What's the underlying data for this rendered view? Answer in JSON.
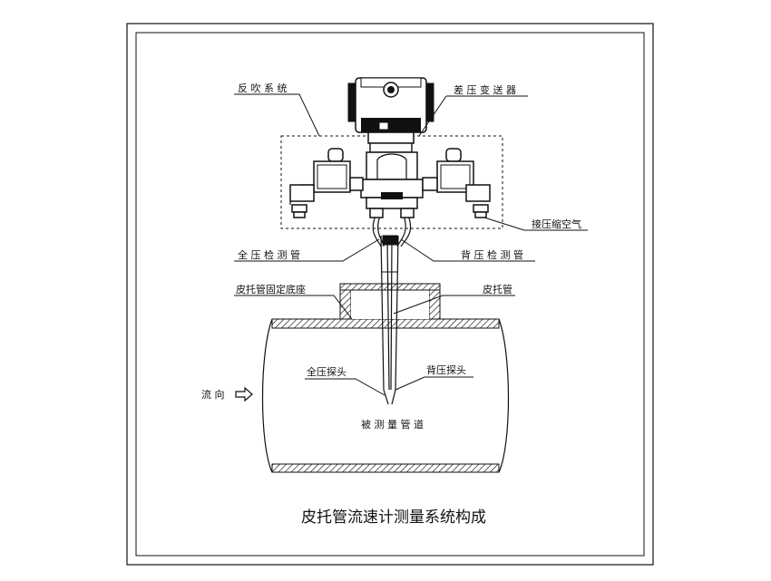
{
  "diagram": {
    "title": "皮托管流速计测量系统构成",
    "labels": {
      "reverse_blow": "反 吹 系 统",
      "dp_transmitter": "差 压 变 送 器",
      "compressed_air": "接压缩空气",
      "total_pressure_tube": "全 压 检 测 管",
      "back_pressure_tube": "背 压 检 测 管",
      "base": "皮托管固定底座",
      "pitot": "皮托管",
      "total_probe": "全压探头",
      "back_probe": "背压探头",
      "flow_direction": "流  向",
      "measured_pipe": "被 测 量 管 道"
    }
  }
}
